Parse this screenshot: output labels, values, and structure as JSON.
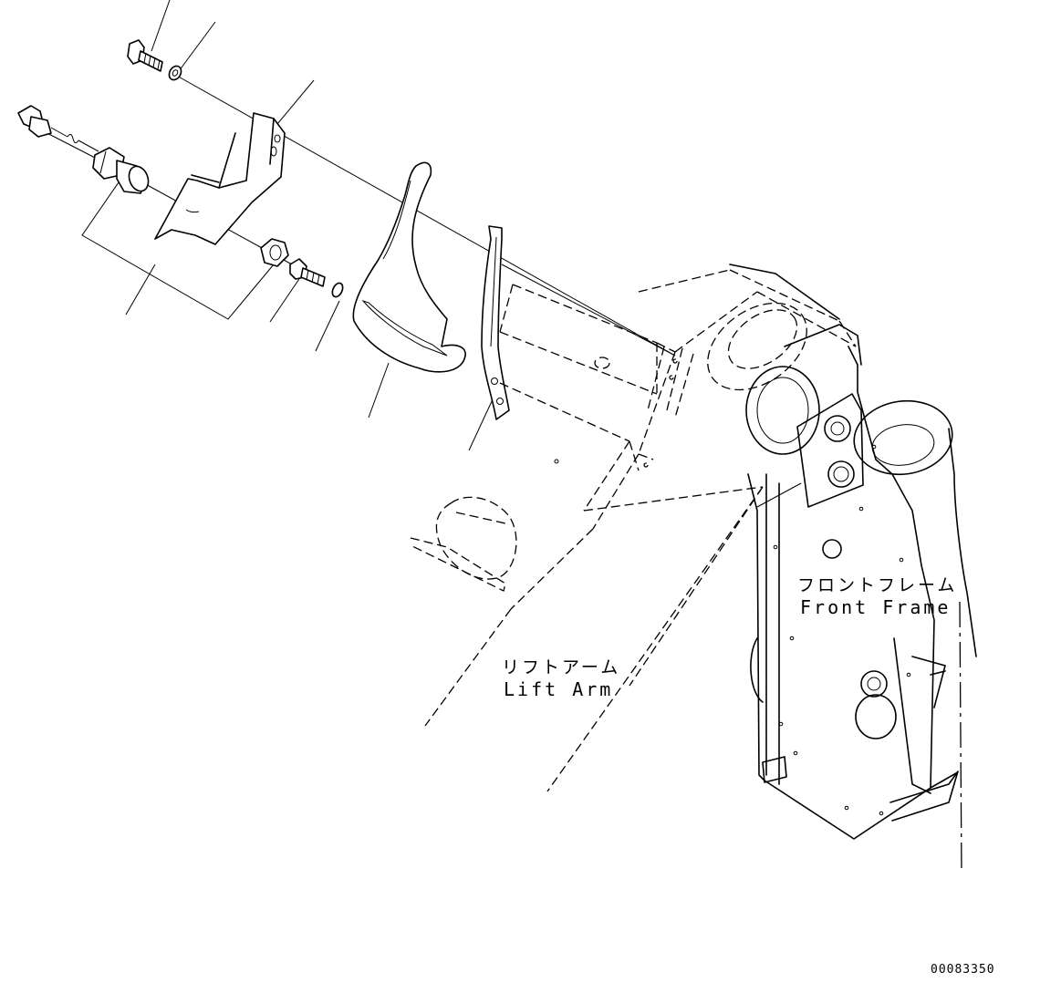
{
  "labels": {
    "front_frame_jp": "フロントフレーム",
    "front_frame_en": "Front Frame",
    "lift_arm_jp": "リフトアーム",
    "lift_arm_en": "Lift Arm"
  },
  "drawing_number": "00083350"
}
